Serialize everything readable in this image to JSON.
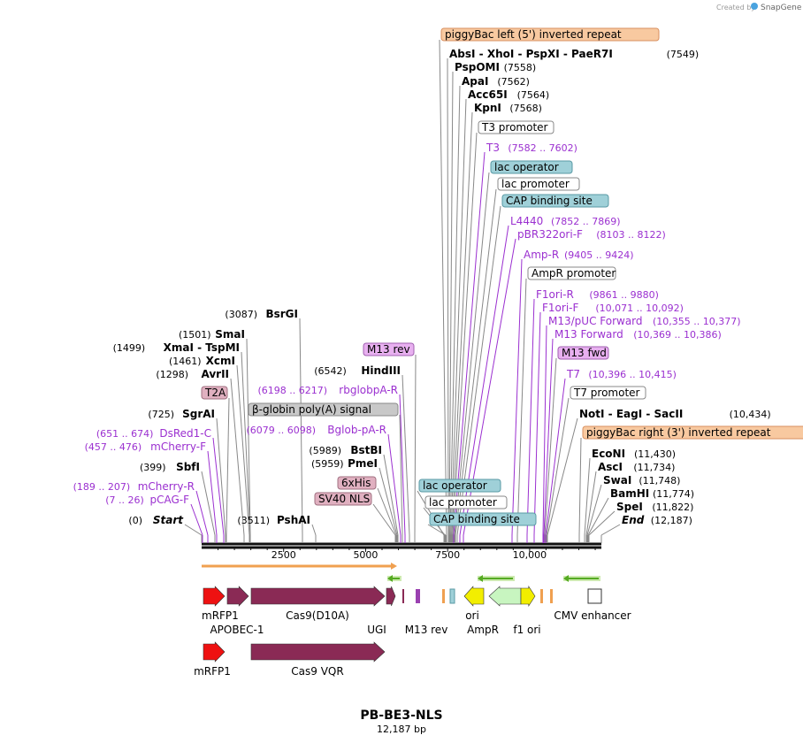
{
  "credit": "Created by",
  "brand": "SnapGene",
  "title": "PB-BE3-NLS",
  "length_label": "12,187 bp",
  "total_bp": 12187,
  "ruler_ticks": [
    "2500",
    "5000",
    "7500",
    "10,000"
  ],
  "labels": [
    {
      "text": "piggyBac left (5') inverted repeat",
      "kind": "box",
      "fill": "#f8c9a0",
      "stroke": "#d99060",
      "color": "#000"
    },
    {
      "name": "AbsI  - XhoI  - PspXI  - PaeR7I",
      "pos": "(7549)",
      "kind": "enzyme"
    },
    {
      "name": "PspOMI",
      "pos": "(7558)",
      "kind": "enzyme"
    },
    {
      "name": "ApaI",
      "pos": "(7562)",
      "kind": "enzyme"
    },
    {
      "name": "Acc65I",
      "pos": "(7564)",
      "kind": "enzyme"
    },
    {
      "name": "KpnI",
      "pos": "(7568)",
      "kind": "enzyme"
    },
    {
      "text": "T3 promoter",
      "kind": "box",
      "fill": "#ffffff",
      "stroke": "#888",
      "color": "#000"
    },
    {
      "name": "T3",
      "pos": "(7582 .. 7602)",
      "kind": "primer"
    },
    {
      "text": "lac operator",
      "kind": "box",
      "fill": "#9fd0d8",
      "stroke": "#5a9aa5",
      "color": "#000"
    },
    {
      "text": "lac promoter",
      "kind": "box",
      "fill": "#ffffff",
      "stroke": "#888",
      "color": "#000"
    },
    {
      "text": "CAP binding site",
      "kind": "box",
      "fill": "#9fd0d8",
      "stroke": "#5a9aa5",
      "color": "#000"
    },
    {
      "name": "L4440",
      "pos": "(7852 .. 7869)",
      "kind": "primer"
    },
    {
      "name": "pBR322ori-F",
      "pos": "(8103 .. 8122)",
      "kind": "primer"
    },
    {
      "name": "Amp-R",
      "pos": "(9405 .. 9424)",
      "kind": "primer"
    },
    {
      "text": "AmpR promoter",
      "kind": "box",
      "fill": "#ffffff",
      "stroke": "#888",
      "color": "#000"
    },
    {
      "name": "F1ori-R",
      "pos": "(9861 .. 9880)",
      "kind": "primer"
    },
    {
      "name": "F1ori-F",
      "pos": "(10,071 .. 10,092)",
      "kind": "primer"
    },
    {
      "name": "M13/pUC Forward",
      "pos": "(10,355 .. 10,377)",
      "kind": "primer"
    },
    {
      "name": "M13 Forward",
      "pos": "(10,369 .. 10,386)",
      "kind": "primer"
    },
    {
      "text": "M13 fwd",
      "kind": "box",
      "fill": "#e8b0f0",
      "stroke": "#a060b0",
      "color": "#000"
    },
    {
      "name": "T7",
      "pos": "(10,396 .. 10,415)",
      "kind": "primer"
    },
    {
      "text": "T7 promoter",
      "kind": "box",
      "fill": "#ffffff",
      "stroke": "#888",
      "color": "#000"
    },
    {
      "name": "NotI  - EagI  - SacII",
      "pos": "(10,434)",
      "kind": "enzyme"
    },
    {
      "text": "piggyBac right (3') inverted repeat",
      "kind": "box",
      "fill": "#f8c9a0",
      "stroke": "#d99060",
      "color": "#000"
    },
    {
      "name": "EcoNI",
      "pos": "(11,430)",
      "kind": "enzyme"
    },
    {
      "name": "AscI",
      "pos": "(11,734)",
      "kind": "enzyme"
    },
    {
      "name": "SwaI",
      "pos": "(11,748)",
      "kind": "enzyme"
    },
    {
      "name": "BamHI",
      "pos": "(11,774)",
      "kind": "enzyme"
    },
    {
      "name": "SpeI",
      "pos": "(11,822)",
      "kind": "enzyme"
    },
    {
      "name": "End",
      "pos": "(12,187)",
      "kind": "enzyme",
      "italic": true
    },
    {
      "name": "BsrGI",
      "pos": "(3087)",
      "kind": "enzyme",
      "side": "left"
    },
    {
      "name": "SmaI",
      "pos": "(1501)",
      "kind": "enzyme",
      "side": "left"
    },
    {
      "name": "XmaI  - TspMI",
      "pos": "(1499)",
      "kind": "enzyme",
      "side": "left"
    },
    {
      "name": "XcmI",
      "pos": "(1461)",
      "kind": "enzyme",
      "side": "left"
    },
    {
      "name": "AvrII",
      "pos": "(1298)",
      "kind": "enzyme",
      "side": "left"
    },
    {
      "text": "T2A",
      "kind": "box",
      "fill": "#e0b0c0",
      "stroke": "#a07080",
      "color": "#000"
    },
    {
      "name": "SgrAI",
      "pos": "(725)",
      "kind": "enzyme",
      "side": "left"
    },
    {
      "name": "DsRed1-C",
      "pos": "(651 .. 674)",
      "kind": "primer",
      "side": "left"
    },
    {
      "name": "mCherry-F",
      "pos": "(457 .. 476)",
      "kind": "primer",
      "side": "left"
    },
    {
      "name": "SbfI",
      "pos": "(399)",
      "kind": "enzyme",
      "side": "left"
    },
    {
      "name": "mCherry-R",
      "pos": "(189 .. 207)",
      "kind": "primer",
      "side": "left"
    },
    {
      "name": "pCAG-F",
      "pos": "(7 .. 26)",
      "kind": "primer",
      "side": "left"
    },
    {
      "name": "Start",
      "pos": "(0)",
      "kind": "enzyme",
      "side": "left",
      "italic": true
    },
    {
      "name": "PshAI",
      "pos": "(3511)",
      "kind": "enzyme",
      "side": "left"
    },
    {
      "text": "M13 rev",
      "kind": "box",
      "fill": "#e8b0f0",
      "stroke": "#a060b0",
      "color": "#000"
    },
    {
      "name": "HindIII",
      "pos": "(6542)",
      "kind": "enzyme",
      "side": "left"
    },
    {
      "name": "rbglobpA-R",
      "pos": "(6198 .. 6217)",
      "kind": "primer",
      "side": "left"
    },
    {
      "text": "β-globin poly(A) signal",
      "kind": "box",
      "fill": "#c8c8c8",
      "stroke": "#888",
      "color": "#000"
    },
    {
      "name": "Bglob-pA-R",
      "pos": "(6079 .. 6098)",
      "kind": "primer",
      "side": "left"
    },
    {
      "name": "BstBI",
      "pos": "(5989)",
      "kind": "enzyme",
      "side": "left"
    },
    {
      "name": "PmeI",
      "pos": "(5959)",
      "kind": "enzyme",
      "side": "left"
    },
    {
      "text": "6xHis",
      "kind": "box",
      "fill": "#e0b0c0",
      "stroke": "#a07080",
      "color": "#000"
    },
    {
      "text": "SV40 NLS",
      "kind": "box",
      "fill": "#e0b0c0",
      "stroke": "#a07080",
      "color": "#000"
    },
    {
      "text": "lac operator",
      "kind": "box",
      "fill": "#9fd0d8",
      "stroke": "#5a9aa5",
      "color": "#000"
    },
    {
      "text": "lac promoter",
      "kind": "box",
      "fill": "#ffffff",
      "stroke": "#888",
      "color": "#000"
    },
    {
      "text": "CAP binding site",
      "kind": "box",
      "fill": "#9fd0d8",
      "stroke": "#5a9aa5",
      "color": "#000"
    }
  ],
  "features": [
    {
      "label": "mRFP1",
      "color": "#ee1111"
    },
    {
      "label": "APOBEC-1",
      "color": "#8a2a55"
    },
    {
      "label": "Cas9(D10A)",
      "color": "#8a2a55"
    },
    {
      "label": "UGI",
      "color": "#8a2a55"
    },
    {
      "label": "M13 rev",
      "color": "#9a40b0"
    },
    {
      "label": "ori",
      "color": "#f2ee00"
    },
    {
      "label": "AmpR",
      "color": "#c8f5c0"
    },
    {
      "label": "f1 ori",
      "color": "#f2ee00"
    },
    {
      "label": "CMV enhancer",
      "color": "#ffffff"
    },
    {
      "label": "mRFP1",
      "color": "#ee1111"
    },
    {
      "label": "Cas9 VQR",
      "color": "#8a2a55"
    }
  ],
  "colors": {
    "primer": "#9b30d0",
    "enzyme": "#000000",
    "line": "#888888",
    "orf": "#f0a050",
    "green": "#55aa22"
  }
}
